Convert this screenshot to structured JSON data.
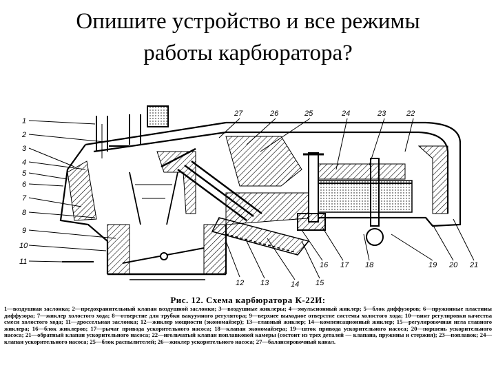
{
  "slide": {
    "title_line1": "Опишите  устройство и все режимы",
    "title_line2": "работы карбюратора?"
  },
  "figure": {
    "callouts_top": [
      "27",
      "26",
      "25",
      "24",
      "23",
      "22"
    ],
    "callouts_left": [
      "1",
      "2",
      "3",
      "4",
      "5",
      "6",
      "7",
      "8",
      "9",
      "10",
      "11"
    ],
    "callouts_bottom": [
      "12",
      "13",
      "14",
      "15",
      "16",
      "17",
      "18",
      "19",
      "20",
      "21"
    ]
  },
  "caption": {
    "title": "Рис. 12. Схема карбюратора К-22И:",
    "body": "1—воздушная заслонка; 2—предохранительный клапан воздушной заслонки; 3—воздушные жиклеры; 4—эмульсионный жиклер; 5—блок диффузоров; 6—пружинные пластины диффузора; 7—жиклер холостого хода; 8—отверстие для трубки вакуумного регулятора; 9—верхнее выходное отверстие системы холостого хода; 10—винт регулировки качества смеси холостого хода; 11—дроссельная заслонка; 12—жиклер мощности (экономайзер); 13—главный жиклер; 14—компенсационный жиклер; 15—регулировочная игла главного жиклера; 16—блок жиклеров; 17—рычаг привода ускорительного насоса; 18—клапан экономайзера; 19—шток привода ускорительного насоса; 20—поршень ускорительного насоса; 21—обратный клапан ускорительного насоса; 22—игольчатый клапан поплавковой камеры (состоит из трех деталей — клапана, пружины и стержня); 23—поплавок; 24—клапан ускорительного насоса; 25—блок распылителей; 26—жиклер ускорительного насоса; 27—балансировочный канал."
  }
}
